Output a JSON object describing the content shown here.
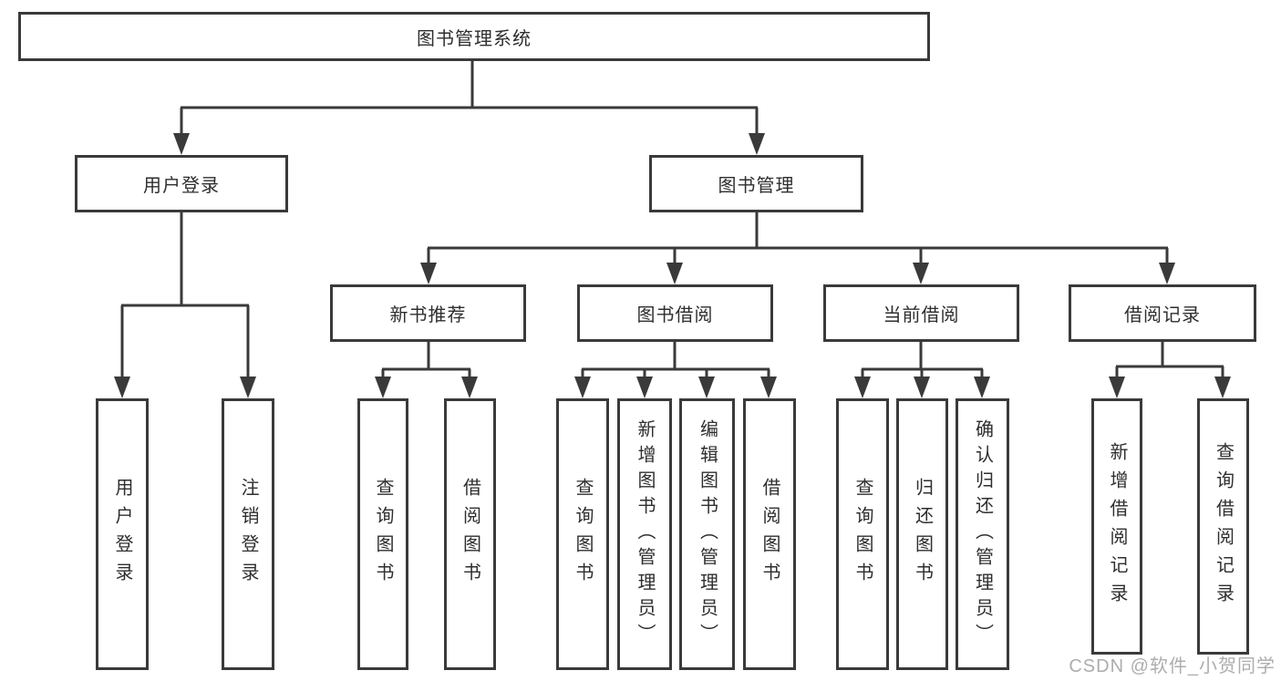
{
  "colors": {
    "line": "#3a3a3a",
    "text": "#2e2e2e",
    "box_background": "#ffffff",
    "page_background": "#ffffff",
    "watermark": "#adadad"
  },
  "watermark": {
    "text": "CSDN @软件_小贺同学"
  },
  "tree": {
    "root": {
      "label": "图书管理系统"
    },
    "children": [
      {
        "label": "用户登录",
        "children": [
          {
            "label": "用户登录"
          },
          {
            "label": "注销登录"
          }
        ]
      },
      {
        "label": "图书管理",
        "children": [
          {
            "label": "新书推荐",
            "children": [
              {
                "label": "查询图书"
              },
              {
                "label": "借阅图书"
              }
            ]
          },
          {
            "label": "图书借阅",
            "children": [
              {
                "label": "查询图书"
              },
              {
                "label": "新增图书（管理员）"
              },
              {
                "label": "编辑图书（管理员）"
              },
              {
                "label": "借阅图书"
              }
            ]
          },
          {
            "label": "当前借阅",
            "children": [
              {
                "label": "查询图书"
              },
              {
                "label": "归还图书"
              },
              {
                "label": "确认归还（管理员）"
              }
            ]
          },
          {
            "label": "借阅记录",
            "children": [
              {
                "label": "新增借阅记录"
              },
              {
                "label": "查询借阅记录"
              }
            ]
          }
        ]
      }
    ]
  }
}
